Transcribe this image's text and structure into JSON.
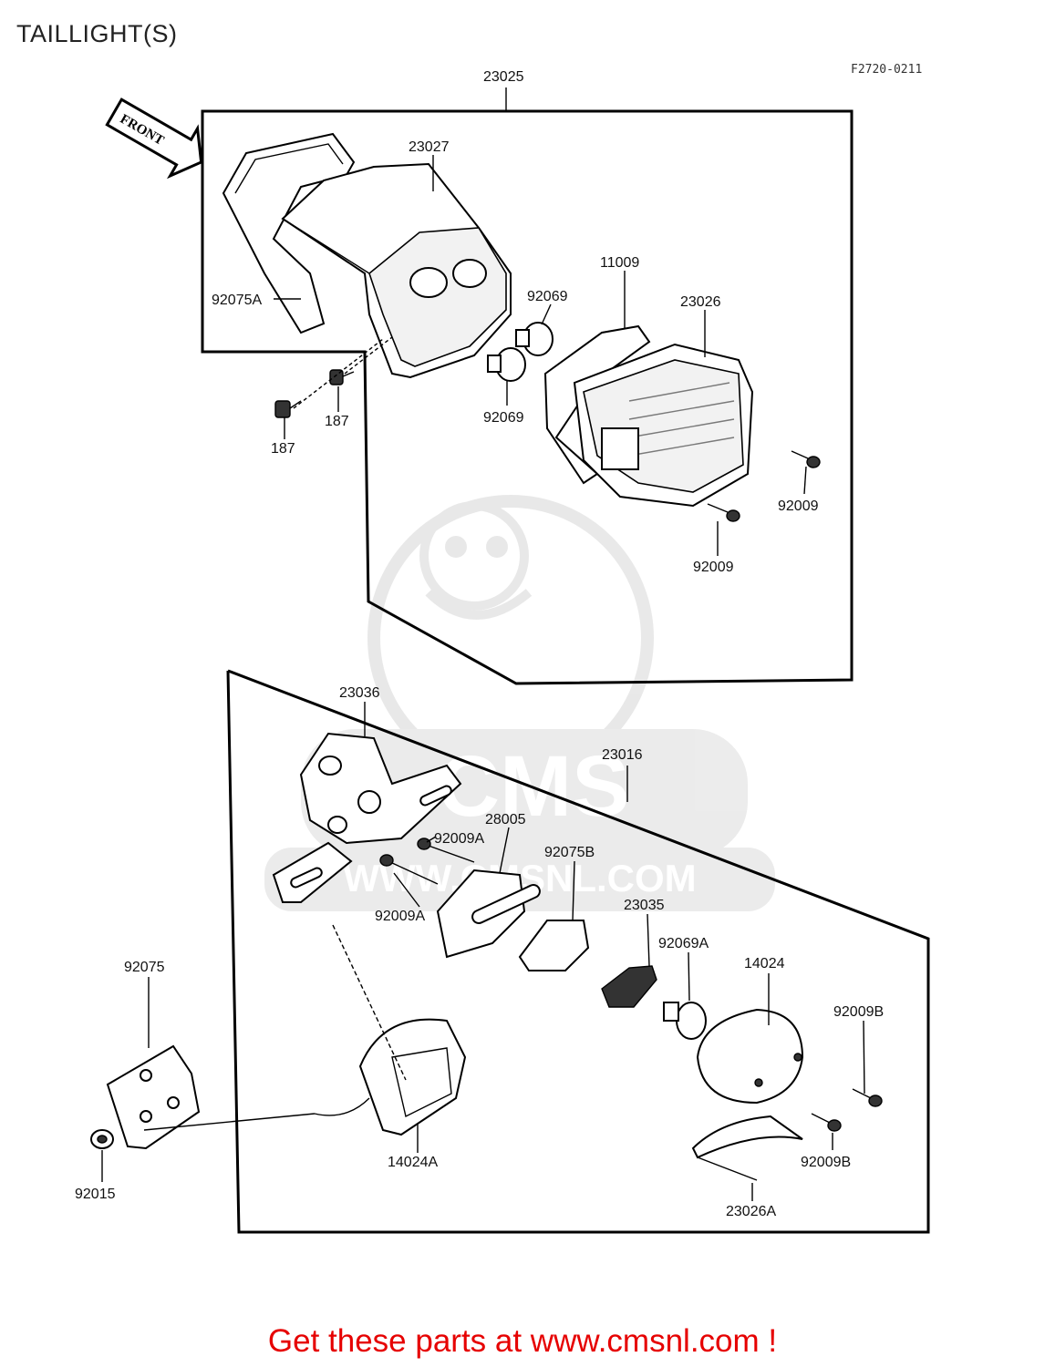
{
  "title": "TAILLIGHT(S)",
  "figure_code": "F2720-0211",
  "direction_label": "FRONT",
  "watermark": "CMS WWW.CMSNL.COM",
  "footer_text": "Get these parts at www.cmsnl.com !",
  "colors": {
    "footer": "#e60000",
    "watermark": "#d9d9d9",
    "lines": "#000000"
  },
  "upper_group": {
    "assembly_number": "23025",
    "parts": [
      "23027",
      "92075A",
      "11009",
      "92069",
      "23026",
      "92069",
      "187",
      "187",
      "92009",
      "92009"
    ]
  },
  "lower_group": {
    "assembly_number": "23016",
    "parts": [
      "23036",
      "28005",
      "92009A",
      "92075B",
      "92009A",
      "23035",
      "92069A",
      "14024",
      "92075",
      "92009B",
      "14024A",
      "92009B",
      "92015",
      "23026A"
    ]
  }
}
